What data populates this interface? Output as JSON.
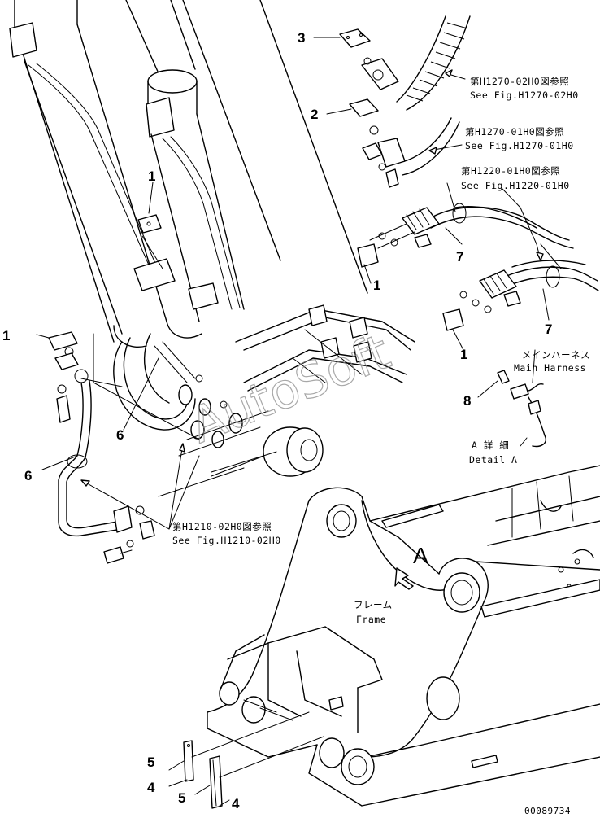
{
  "parts": {
    "p1a": "1",
    "p1b": "1",
    "p1c": "1",
    "p1d": "1",
    "p2": "2",
    "p3": "3",
    "p4a": "4",
    "p4b": "4",
    "p5a": "5",
    "p5b": "5",
    "p6a": "6",
    "p6b": "6",
    "p7a": "7",
    "p7b": "7",
    "p8": "8"
  },
  "refs": {
    "h1270_02_jp": "第H1270-02H0図参照",
    "h1270_02_en": "See Fig.H1270-02H0",
    "h1270_01_jp": "第H1270-01H0図参照",
    "h1270_01_en": "See Fig.H1270-01H0",
    "h1220_01_jp": "第H1220-01H0図参照",
    "h1220_01_en": "See Fig.H1220-01H0",
    "h1210_02_jp": "第H1210-02H0図参照",
    "h1210_02_en": "See Fig.H1210-02H0"
  },
  "labels": {
    "main_harness_jp": "メインハーネス",
    "main_harness_en": "Main Harness",
    "detail_a_jp": "A 詳 細",
    "detail_a_en": "Detail A",
    "frame_jp": "フレーム",
    "frame_en": "Frame",
    "view_a": "A"
  },
  "watermark": "AutoSoft",
  "code": "00089734"
}
